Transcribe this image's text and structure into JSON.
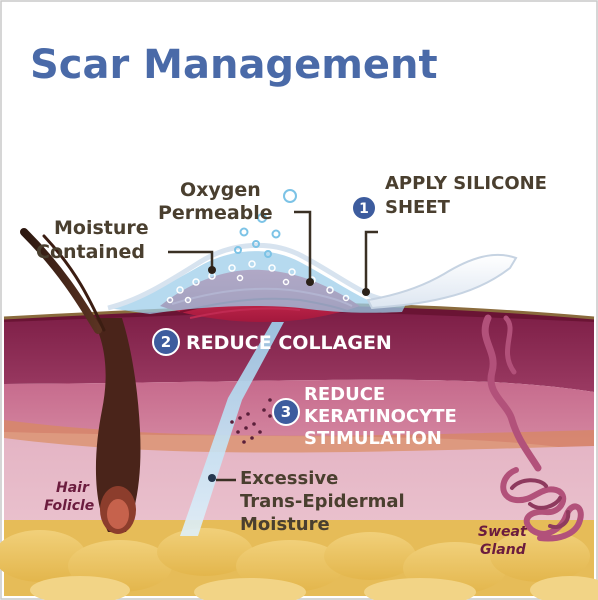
{
  "title": "Scar Management",
  "labels": {
    "oxygen_line1": "Oxygen",
    "oxygen_line2": "Permeable",
    "moisture_line1": "Moisture",
    "moisture_line2": "Contained",
    "apply_line1": "APPLY SILICONE",
    "apply_line2": "SHEET",
    "reduce_collagen": "REDUCE COLLAGEN",
    "keratinocyte_line1": "REDUCE",
    "keratinocyte_line2": "KERATINOCYTE",
    "keratinocyte_line3": "STIMULATION",
    "excessive_line1": "Excessive",
    "excessive_line2": "Trans-Epidermal",
    "excessive_line3": "Moisture",
    "hair_line1": "Hair",
    "hair_line2": "Folicle",
    "sweat_line1": "Sweat",
    "sweat_line2": "Gland"
  },
  "steps": {
    "one": "1",
    "two": "2",
    "three": "3"
  },
  "colors": {
    "title": "#4a6aa8",
    "step_badge": "#3d5c9e",
    "label_dark": "#4a3f2f",
    "label_light": "#ffffff",
    "dermis_top": "#8e2d55",
    "dermis_mid": "#c35d82",
    "scar": "#d8264d",
    "fat": "#e9c35a",
    "silicone_sheet": "#eef3fa"
  }
}
